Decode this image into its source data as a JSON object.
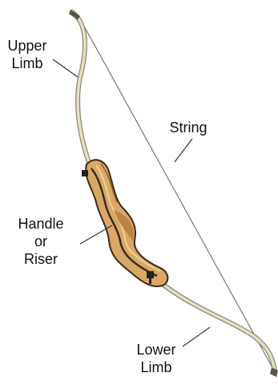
{
  "labels": {
    "upper_limb": [
      "Upper",
      "Limb"
    ],
    "string": "String",
    "handle": [
      "Handle",
      "or",
      "Riser"
    ],
    "lower_limb": [
      "Lower",
      "Limb"
    ]
  },
  "colors": {
    "limb": "#d9d2bc",
    "limb_edge": "#8d8670",
    "string": "#777777",
    "riser_light": "#d9a866",
    "riser_dark": "#3a2a1a",
    "leader": "#333333"
  }
}
